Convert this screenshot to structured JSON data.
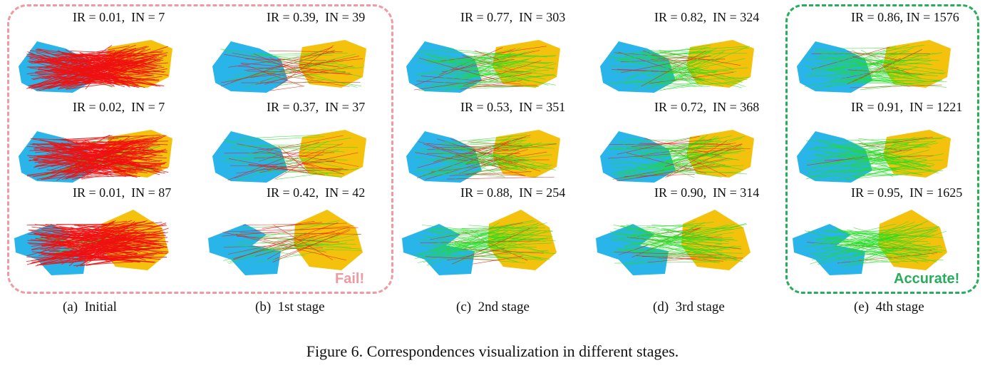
{
  "colors": {
    "source": "#29b4ea",
    "target": "#f4c20d",
    "inlier": "#22dd22",
    "outlier": "#ee1111",
    "fail": "#ef9aa0",
    "accurate": "#27ad5c"
  },
  "labels": {
    "fail": "Fail!",
    "accurate": "Accurate!"
  },
  "columns": [
    {
      "caption": "(a)  Initial",
      "rows": [
        {
          "ir": "0.01",
          "in": "7",
          "stat": "IR = 0.01,  IN = 7",
          "inlier_ratio": 0.01
        },
        {
          "ir": "0.02",
          "in": "7",
          "stat": "IR = 0.02,  IN = 7",
          "inlier_ratio": 0.02
        },
        {
          "ir": "0.01",
          "in": "87",
          "stat": "IR = 0.01,  IN = 87",
          "inlier_ratio": 0.01
        }
      ]
    },
    {
      "caption": "(b)  1st stage",
      "rows": [
        {
          "ir": "0.39",
          "in": "39",
          "stat": "IR = 0.39,  IN = 39",
          "inlier_ratio": 0.39
        },
        {
          "ir": "0.37",
          "in": "37",
          "stat": "IR = 0.37,  IN = 37",
          "inlier_ratio": 0.37
        },
        {
          "ir": "0.42",
          "in": "42",
          "stat": "IR = 0.42,  IN = 42",
          "inlier_ratio": 0.42
        }
      ]
    },
    {
      "caption": "(c)  2nd stage",
      "rows": [
        {
          "ir": "0.77",
          "in": "303",
          "stat": "IR = 0.77,  IN = 303",
          "inlier_ratio": 0.77
        },
        {
          "ir": "0.53",
          "in": "351",
          "stat": "IR = 0.53,  IN = 351",
          "inlier_ratio": 0.53
        },
        {
          "ir": "0.88",
          "in": "254",
          "stat": "IR = 0.88,  IN = 254",
          "inlier_ratio": 0.88
        }
      ]
    },
    {
      "caption": "(d)  3rd stage",
      "rows": [
        {
          "ir": "0.82",
          "in": "324",
          "stat": "IR = 0.82,  IN = 324",
          "inlier_ratio": 0.82
        },
        {
          "ir": "0.72",
          "in": "368",
          "stat": "IR = 0.72,  IN = 368",
          "inlier_ratio": 0.72
        },
        {
          "ir": "0.90",
          "in": "314",
          "stat": "IR = 0.90,  IN = 314",
          "inlier_ratio": 0.9
        }
      ]
    },
    {
      "caption": "(e)  4th stage",
      "rows": [
        {
          "ir": "0.86",
          "in": "1576",
          "stat": "IR = 0.86, IN = 1576",
          "inlier_ratio": 0.86
        },
        {
          "ir": "0.91",
          "in": "1221",
          "stat": "IR = 0.91,  IN = 1221",
          "inlier_ratio": 0.91
        },
        {
          "ir": "0.95",
          "in": "1625",
          "stat": "IR = 0.95,  IN = 1625",
          "inlier_ratio": 0.95
        }
      ]
    }
  ],
  "figure_caption": "Figure 6. Correspondences visualization in different stages."
}
